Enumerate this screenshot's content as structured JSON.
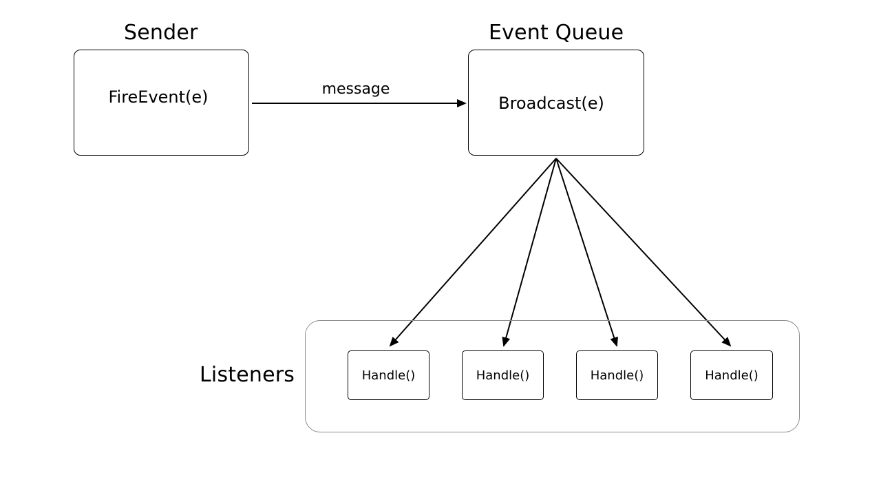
{
  "headings": {
    "sender": "Sender",
    "queue": "Event Queue",
    "listeners": "Listeners"
  },
  "nodes": {
    "sender": {
      "label": "FireEvent(e)"
    },
    "queue": {
      "label": "Broadcast(e)"
    }
  },
  "edges": {
    "sender_to_queue": {
      "label": "message"
    }
  },
  "handlers": [
    {
      "label": "Handle()"
    },
    {
      "label": "Handle()"
    },
    {
      "label": "Handle()"
    },
    {
      "label": "Handle()"
    }
  ],
  "colors": {
    "stroke": "#000000",
    "group_border": "#8c8c8c",
    "background": "#ffffff"
  }
}
